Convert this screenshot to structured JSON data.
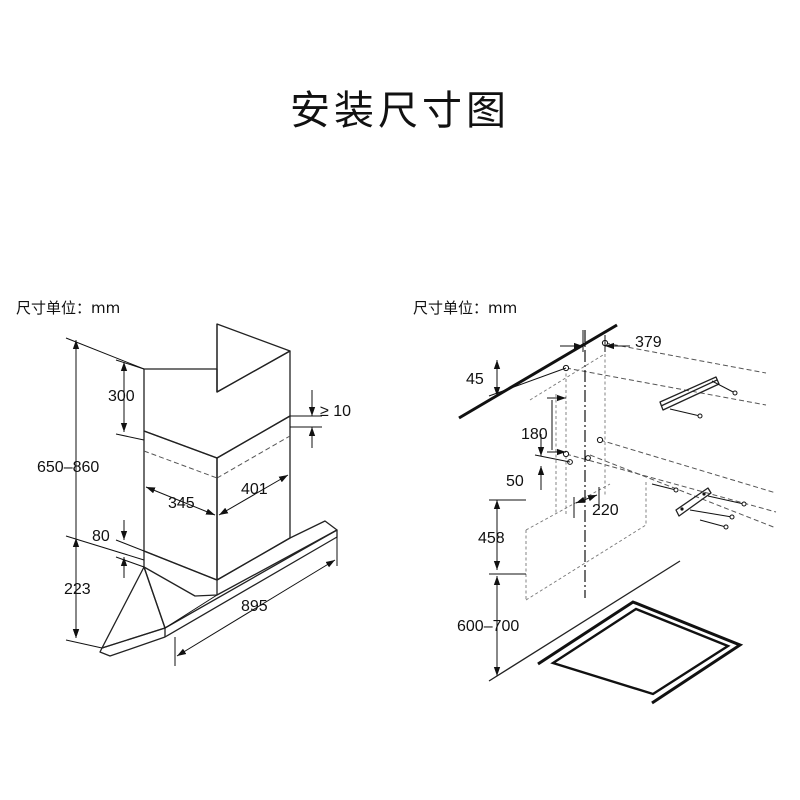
{
  "title": "安装尺寸图",
  "left_diagram": {
    "unit_label": "尺寸单位：mm",
    "dims": {
      "chimney_height": "300",
      "gap": "≥ 10",
      "total_height": "650–860",
      "chimney_depth": "345",
      "chimney_width": "401",
      "offset": "80",
      "canopy_height": "223",
      "canopy_width": "895"
    }
  },
  "right_diagram": {
    "unit_label": "尺寸单位：mm",
    "dims": {
      "ceiling_gap": "45",
      "top_bracket_width": "379",
      "bracket_spacing": "180",
      "hole_offset": "50",
      "lower_bracket_width": "220",
      "bracket_to_bottom": "458",
      "hob_to_hood": "600–700"
    }
  }
}
